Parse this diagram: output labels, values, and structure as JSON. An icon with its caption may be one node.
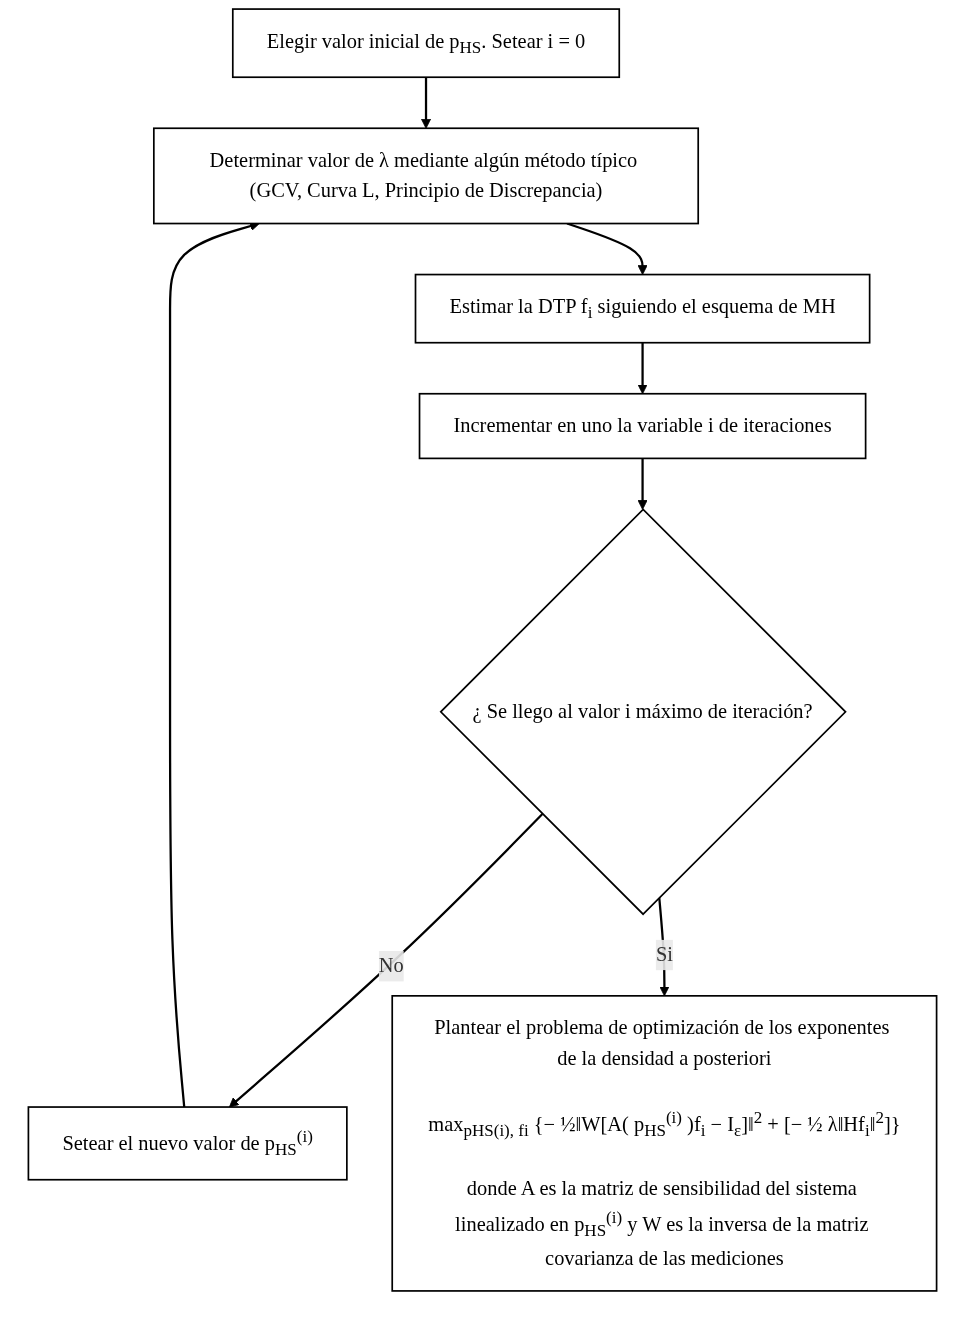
{
  "diagram": {
    "nodes": [
      {
        "text": [
          "Elegir valor inicial de p$_{HS}$. Setear i = 0"
        ]
      },
      {
        "text": [
          "Determinar valor de λ mediante algún método típico (GCV, Curva L, Principio de Discrepancia)"
        ]
      },
      {
        "text": [
          "Estimar la DTP f$_{i}$ siguiendo el esquema de MH"
        ]
      },
      {
        "text": [
          "Incrementar en uno la variable i de iteraciones"
        ]
      },
      {
        "text": [
          "¿ Se llego al valor i máximo de iteración?"
        ]
      },
      {
        "text": [
          "Setear el nuevo valor de p$_{HS}$$^{(i)}$"
        ]
      },
      {
        "text": [
          "Plantear el problema de optimización de los exponentes de la densidad a posteriori",
          "max$_{pHS(i), fi}$ {− ½‖W[A( p$_{HS}$$^{(i)}$ )f$_{i}$ − I$_{ε}$]‖$^{2}$ + [− ½ λ‖Hf$_{i}$‖$^{2}$]}",
          "donde A es la matriz de sensibilidad del sistema linealizado en p$_{HS}$$^{(i)}$ y W es la inversa de la matriz covarianza de las mediciones"
        ]
      }
    ],
    "edges": [
      {
        "from": 0,
        "to": 1,
        "arrow": "to"
      },
      {
        "from": 1,
        "to": 2,
        "arrow": "to"
      },
      {
        "from": 2,
        "to": 3,
        "arrow": "to"
      },
      {
        "from": 3,
        "to": 4,
        "arrow": "to"
      },
      {
        "from": 4,
        "to": 5,
        "arrow": "to",
        "label": "No"
      },
      {
        "from": 4,
        "to": 6,
        "arrow": "to",
        "label": "Si"
      },
      {
        "from": 5,
        "to": 1,
        "arrow": "to"
      }
    ]
  }
}
